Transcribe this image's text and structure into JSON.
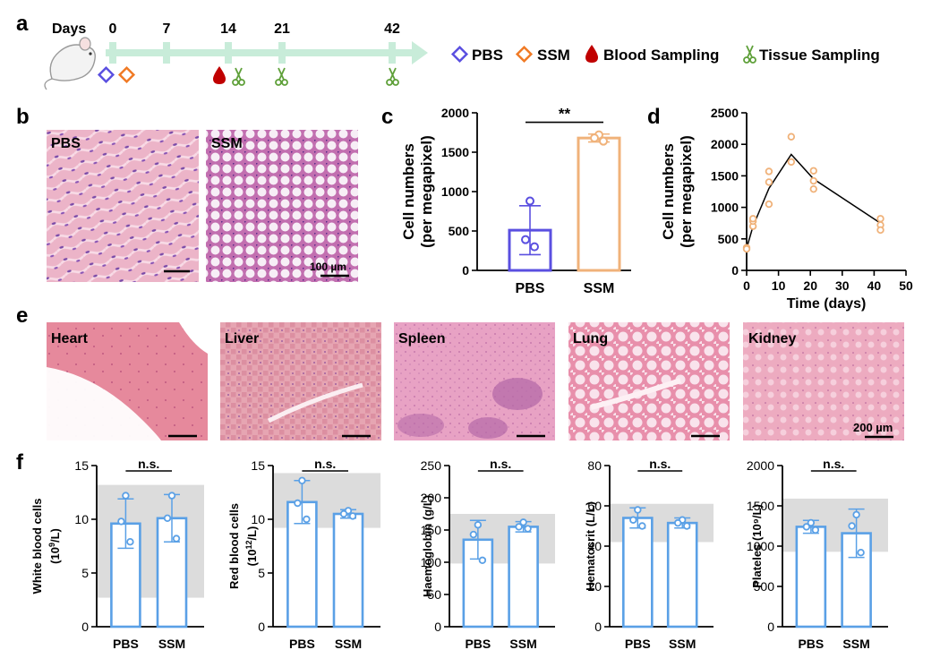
{
  "panels": {
    "a": {
      "letter": "a",
      "days_label": "Days",
      "days": [
        "0",
        "7",
        "14",
        "21",
        "42"
      ],
      "legend": [
        {
          "icon": "diamond-blue-icon",
          "label": "PBS",
          "color": "#5a4fe0"
        },
        {
          "icon": "diamond-orange-icon",
          "label": "SSM",
          "color": "#f07a25"
        },
        {
          "icon": "blood-drop-icon",
          "label": "Blood Sampling",
          "color": "#c00000"
        },
        {
          "icon": "scissors-icon",
          "label": "Tissue Sampling",
          "color": "#5fa03a"
        }
      ],
      "timeline_color": "#c8ecd9"
    },
    "b": {
      "letter": "b",
      "images": [
        {
          "label": "PBS"
        },
        {
          "label": "SSM"
        }
      ],
      "scale_bar": "100 µm"
    },
    "c": {
      "letter": "c"
    },
    "d": {
      "letter": "d"
    },
    "e": {
      "letter": "e",
      "images": [
        {
          "label": "Heart"
        },
        {
          "label": "Liver"
        },
        {
          "label": "Spleen"
        },
        {
          "label": "Lung"
        },
        {
          "label": "Kidney"
        }
      ],
      "scale_bar": "200 µm"
    },
    "f": {
      "letter": "f"
    }
  },
  "chart_data": [
    {
      "id": "c",
      "type": "bar",
      "categories": [
        "PBS",
        "SSM"
      ],
      "colors": [
        "#5a4fe0",
        "#f0b27a"
      ],
      "values": [
        510,
        1680
      ],
      "errors": [
        310,
        50
      ],
      "points": [
        [
          880,
          390,
          300
        ],
        [
          1720,
          1680,
          1640
        ]
      ],
      "ylabel": "Cell numbers (per megapixel)",
      "yticks": [
        0,
        500,
        1000,
        1500,
        2000
      ],
      "ylim": [
        0,
        2000
      ],
      "significance": "**"
    },
    {
      "id": "d",
      "type": "line",
      "xlabel": "Time (days)",
      "ylabel": "Cell numbers (per megapixel)",
      "xticks": [
        0,
        10,
        20,
        30,
        40,
        50
      ],
      "yticks": [
        0,
        500,
        1000,
        1500,
        2000,
        2500
      ],
      "xlim": [
        0,
        50
      ],
      "ylim": [
        0,
        2500
      ],
      "line_x": [
        0,
        2,
        7,
        14,
        21,
        42
      ],
      "line_y": [
        350,
        700,
        1300,
        1840,
        1450,
        750
      ],
      "points_x": [
        0,
        0,
        2,
        2,
        2,
        7,
        7,
        7,
        14,
        14,
        21,
        21,
        21,
        42,
        42,
        42
      ],
      "points_y": [
        360,
        340,
        700,
        780,
        820,
        1050,
        1400,
        1570,
        2120,
        1720,
        1580,
        1420,
        1290,
        820,
        720,
        640
      ],
      "color": "#f0b27a"
    },
    {
      "id": "f1",
      "type": "bar",
      "categories": [
        "PBS",
        "SSM"
      ],
      "ylabel": "White blood cells (10⁹/L)",
      "yticks": [
        0,
        5,
        10,
        15
      ],
      "ylim": [
        0,
        15
      ],
      "reference_range": [
        2.7,
        13.2
      ],
      "values": [
        9.6,
        10.1
      ],
      "errors": [
        2.3,
        2.2
      ],
      "points": [
        [
          12.2,
          9.8,
          7.9
        ],
        [
          12.2,
          10.1,
          8.2
        ]
      ],
      "significance": "n.s.",
      "color": "#5aa0e6"
    },
    {
      "id": "f2",
      "type": "bar",
      "categories": [
        "PBS",
        "SSM"
      ],
      "ylabel": "Red blood cells (10¹²/L)",
      "yticks": [
        0,
        5,
        10,
        15
      ],
      "ylim": [
        0,
        15
      ],
      "reference_range": [
        9.2,
        14.3
      ],
      "values": [
        11.6,
        10.5
      ],
      "errors": [
        2.0,
        0.4
      ],
      "points": [
        [
          13.6,
          11.5,
          10.0
        ],
        [
          10.8,
          10.5,
          10.3
        ]
      ],
      "significance": "n.s.",
      "color": "#5aa0e6"
    },
    {
      "id": "f3",
      "type": "bar",
      "categories": [
        "PBS",
        "SSM"
      ],
      "ylabel": "Haemoglobin (g/L)",
      "yticks": [
        0,
        50,
        100,
        150,
        200,
        250
      ],
      "ylim": [
        0,
        250
      ],
      "reference_range": [
        98,
        175
      ],
      "values": [
        135,
        155
      ],
      "errors": [
        30,
        8
      ],
      "points": [
        [
          158,
          143,
          103
        ],
        [
          162,
          155,
          152
        ]
      ],
      "significance": "n.s.",
      "color": "#5aa0e6"
    },
    {
      "id": "f4",
      "type": "bar",
      "categories": [
        "PBS",
        "SSM"
      ],
      "ylabel": "Hematocrit (L/L)",
      "yticks": [
        0,
        20,
        40,
        60,
        80
      ],
      "ylim": [
        0,
        80
      ],
      "reference_range": [
        42,
        61
      ],
      "values": [
        54,
        51.5
      ],
      "errors": [
        5,
        2.5
      ],
      "points": [
        [
          58,
          53,
          50
        ],
        [
          53,
          51.5,
          50
        ]
      ],
      "significance": "n.s.",
      "color": "#5aa0e6"
    },
    {
      "id": "f5",
      "type": "bar",
      "categories": [
        "PBS",
        "SSM"
      ],
      "ylabel": "Plateles (10⁹/L)",
      "yticks": [
        0,
        500,
        1000,
        1500,
        2000
      ],
      "ylim": [
        0,
        2000
      ],
      "reference_range": [
        930,
        1590
      ],
      "values": [
        1240,
        1160
      ],
      "errors": [
        80,
        300
      ],
      "points": [
        [
          1290,
          1240,
          1200
        ],
        [
          1390,
          1250,
          920
        ]
      ],
      "significance": "n.s.",
      "color": "#5aa0e6"
    }
  ]
}
